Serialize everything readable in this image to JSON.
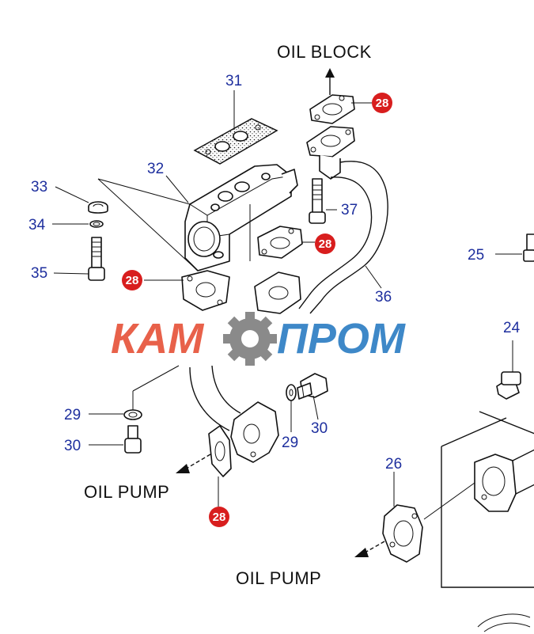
{
  "labels": {
    "oil_block": "OIL BLOCK",
    "oil_pump_1": "OIL PUMP",
    "oil_pump_2": "OIL PUMP"
  },
  "parts": {
    "p31": "31",
    "p32": "32",
    "p33": "33",
    "p34": "34",
    "p35": "35",
    "p37": "37",
    "p36": "36",
    "p25": "25",
    "p24": "24",
    "p29a": "29",
    "p30a": "30",
    "p29b": "29",
    "p30b": "30",
    "p26": "26"
  },
  "highlighted_parts": {
    "h1": "28",
    "h2": "28",
    "h3": "28",
    "h4": "28"
  },
  "watermark": {
    "left": "КАМ",
    "right": "ПРОМ",
    "colors": {
      "left": "#e8614a",
      "right": "#3e88c8",
      "gear": "#8a8a8a"
    }
  },
  "colors": {
    "part_number": "#1e2f9e",
    "highlight_badge": "#d81e1e",
    "line": "#111111"
  }
}
